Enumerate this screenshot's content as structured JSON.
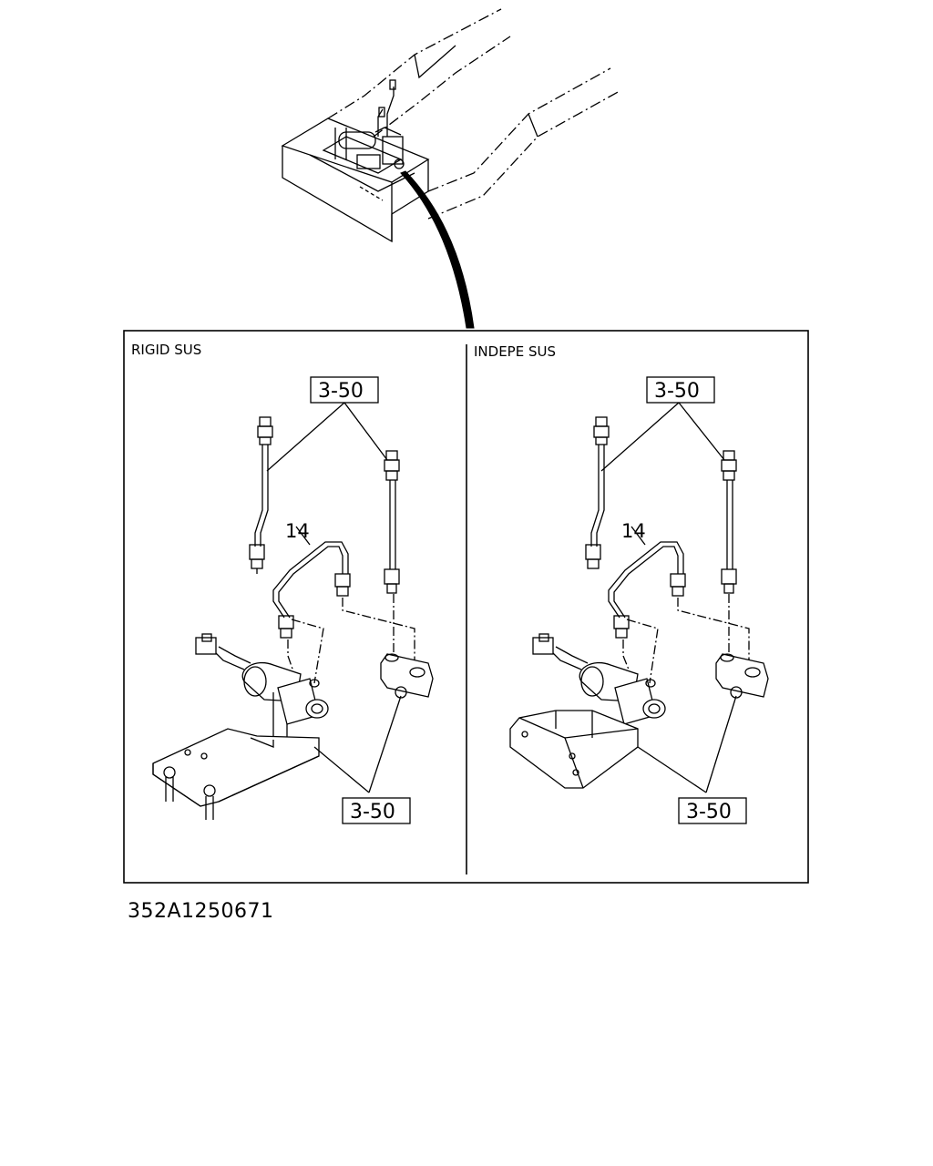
{
  "panels": {
    "left": {
      "title": "RIGID SUS"
    },
    "right": {
      "title": "INDEPE SUS"
    }
  },
  "callouts": {
    "left_top": "3-50",
    "left_bottom": "3-50",
    "right_top": "3-50",
    "right_bottom": "3-50",
    "left_part": "14",
    "right_part": "14"
  },
  "drawing_code": "352A1250671"
}
